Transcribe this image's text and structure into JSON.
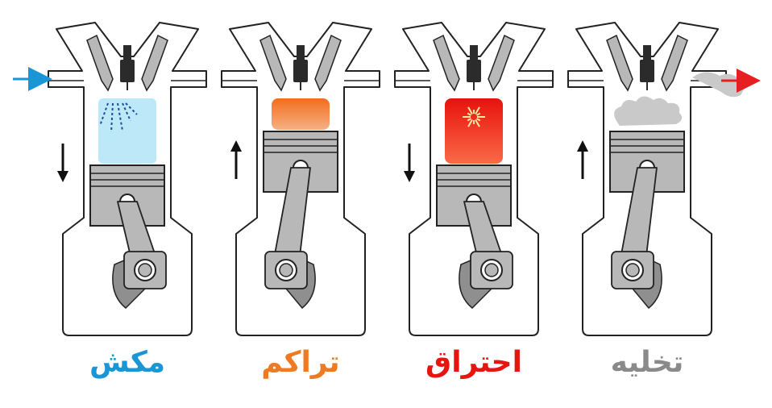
{
  "stages": [
    {
      "label": "مکش",
      "color": "#1a96d6",
      "chamber": "intake",
      "piston": "down",
      "arrow": "down",
      "side_flow": "intake"
    },
    {
      "label": "تراکم",
      "color": "#f07a22",
      "chamber": "compression",
      "piston": "up",
      "arrow": "up",
      "side_flow": "none"
    },
    {
      "label": "احتراق",
      "color": "#e6150f",
      "chamber": "combustion",
      "piston": "down",
      "arrow": "down",
      "side_flow": "none"
    },
    {
      "label": "تخلیه",
      "color": "#8a8a8a",
      "chamber": "exhaust",
      "piston": "up",
      "arrow": "up",
      "side_flow": "exhaust"
    }
  ],
  "colors": {
    "outline": "#222222",
    "metal": "#b8b8b8",
    "metal_dark": "#8f8f8f",
    "plug": "#2b2b2b",
    "intake_fill": "#bde8f7",
    "intake_spray": "#1b4e9a",
    "intake_arrow": "#1a96d6",
    "compression_top": "#f26d1f",
    "compression_bottom": "#f5b184",
    "combustion_top": "#e8120c",
    "combustion_bottom": "#fa6a48",
    "spark": "#ffe8a0",
    "exhaust_smoke": "#c9c9c9",
    "exhaust_arrow": "#e62020"
  }
}
